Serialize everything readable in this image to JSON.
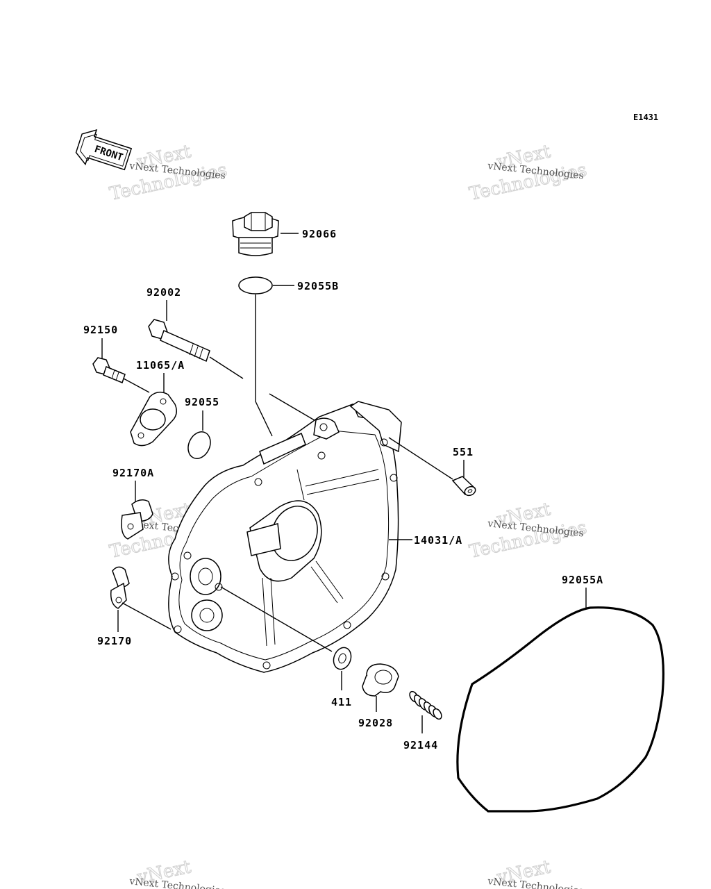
{
  "diagram": {
    "reference_code": "E1431",
    "front_label": "FRONT",
    "watermark": {
      "line1": "vNext",
      "line2": "Technologies",
      "small": "vNext Technologies"
    },
    "parts": {
      "p92066": "92066",
      "p92055B": "92055B",
      "p92002": "92002",
      "p92150": "92150",
      "p11065A": "11065/A",
      "p92055": "92055",
      "p551": "551",
      "p92170A": "92170A",
      "p14031A": "14031/A",
      "p92055A": "92055A",
      "p92170": "92170",
      "p411": "411",
      "p92028": "92028",
      "p92144": "92144"
    }
  }
}
